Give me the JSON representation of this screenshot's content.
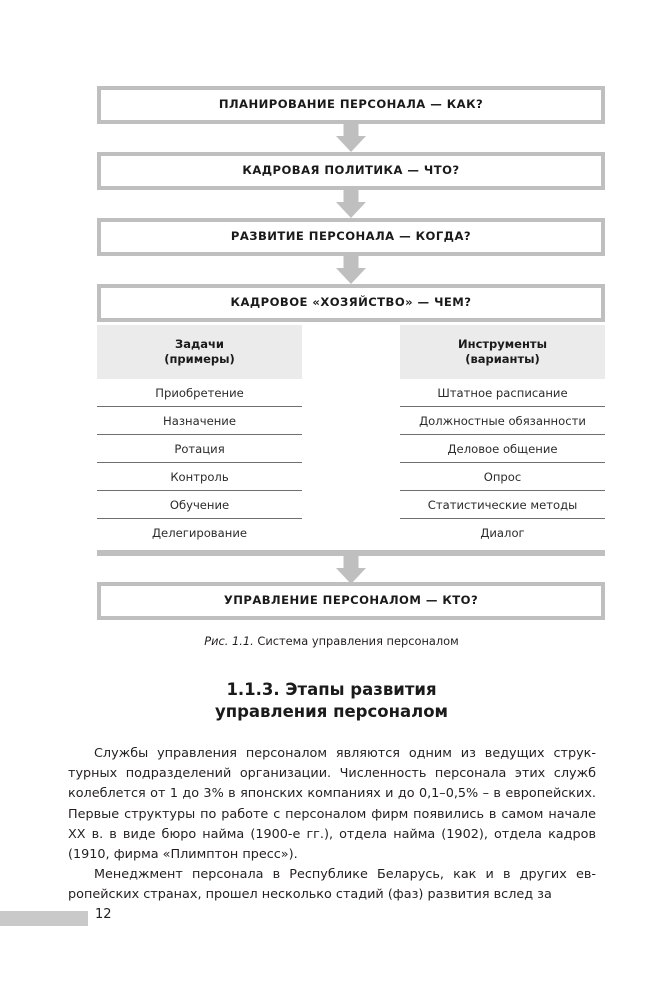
{
  "diagram": {
    "boxes": [
      {
        "label": "ПЛАНИРОВАНИЕ ПЕРСОНАЛА — КАК?"
      },
      {
        "label": "КАДРОВАЯ ПОЛИТИКА — ЧТО?"
      },
      {
        "label": "РАЗВИТИЕ ПЕРСОНАЛА — КОГДА?"
      },
      {
        "label": "КАДРОВОЕ «ХОЗЯЙСТВО» — ЧЕМ?"
      }
    ],
    "final_box": {
      "label": "УПРАВЛЕНИЕ ПЕРСОНАЛОМ — КТО?"
    },
    "columns": [
      {
        "header_line1": "Задачи",
        "header_line2": "(примеры)",
        "items": [
          "Приобретение",
          "Назначение",
          "Ротация",
          "Контроль",
          "Обучение",
          "Делегирование"
        ]
      },
      {
        "header_line1": "Инструменты",
        "header_line2": "(варианты)",
        "items": [
          "Штатное расписание",
          "Должностные обязанности",
          "Деловое общение",
          "Опрос",
          "Статистические методы",
          "Диалог"
        ]
      }
    ]
  },
  "caption": {
    "figure_number": "Рис. 1.1.",
    "text": " Система управления персоналом"
  },
  "heading": {
    "line1": "1.1.3. Этапы развития",
    "line2": "управления персоналом"
  },
  "body": {
    "paragraph1": "Службы управления персоналом являются одним из ведущих струк­турных подразделений организации. Численность персонала этих служб колеблется от 1 до 3% в японских компаниях и до 0,1–0,5% – в европей­ских. Первые структуры по работе с персоналом фирм появились в са­мом начале XX в. в виде бюро найма (1900-е гг.), отдела найма (1902), отдела кадров (1910, фирма «Плимптон пресс»).",
    "paragraph2": "Менеджмент персонала в Республике Беларусь, как и в других ев­ропейских странах, прошел несколько стадий (фаз) развития вслед за"
  },
  "footer": {
    "page_number": "12"
  },
  "colors": {
    "box_border": "#bfbfbf",
    "header_fill": "#ebebeb",
    "rule": "#6f6f6f",
    "footer_bar": "#c9c9c9",
    "text": "#231f20"
  }
}
